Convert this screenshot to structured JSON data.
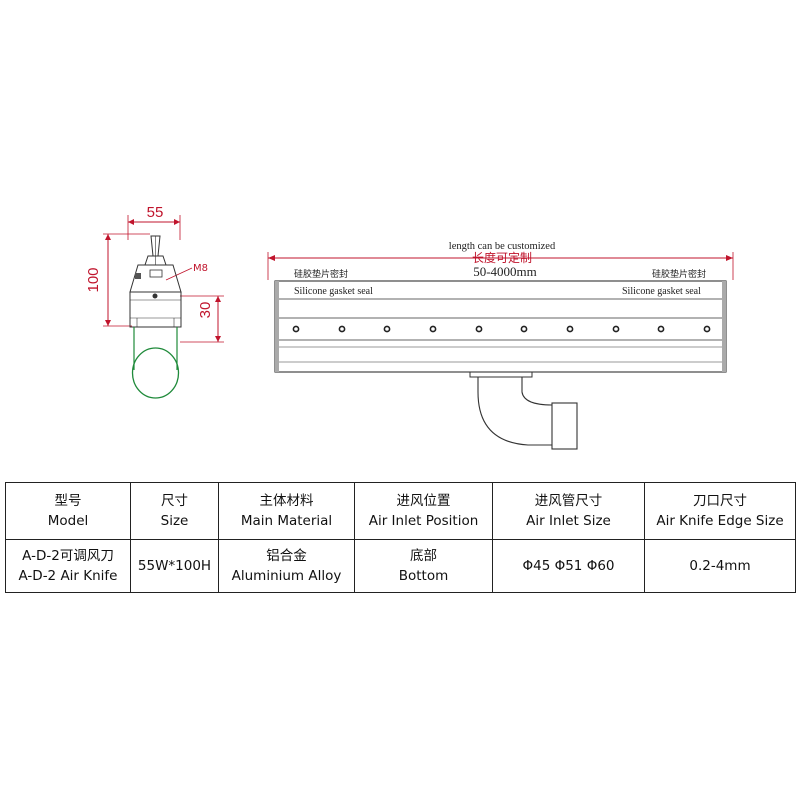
{
  "drawing": {
    "side_view": {
      "width_dim": "55",
      "height_dim": "100",
      "inner_dim": "30",
      "thread_label": "M8"
    },
    "front_view": {
      "length_note_en": "length can be customized",
      "length_note_cn": "长度可定制",
      "length_range": "50-4000mm",
      "seal_left_cn": "硅胶垫片密封",
      "seal_left_en": "Silicone gasket seal",
      "seal_right_cn": "硅胶垫片密封",
      "seal_right_en": "Silicone gasket seal"
    },
    "colors": {
      "dimension": "#c0142c",
      "outline": "#333333",
      "pipe": "#1f8a3a"
    }
  },
  "spec_table": {
    "headers": [
      {
        "cn": "型号",
        "en": "Model"
      },
      {
        "cn": "尺寸",
        "en": "Size"
      },
      {
        "cn": "主体材料",
        "en": "Main Material"
      },
      {
        "cn": "进风位置",
        "en": "Air Inlet Position"
      },
      {
        "cn": "进风管尺寸",
        "en": "Air Inlet Size"
      },
      {
        "cn": "刀口尺寸",
        "en": "Air Knife Edge Size"
      }
    ],
    "row": [
      {
        "cn": "A-D-2可调风刀",
        "en": "A-D-2 Air Knife"
      },
      {
        "cn": "55W*100H",
        "en": ""
      },
      {
        "cn": "铝合金",
        "en": "Aluminium Alloy"
      },
      {
        "cn": "底部",
        "en": "Bottom"
      },
      {
        "cn": "Φ45 Φ51 Φ60",
        "en": ""
      },
      {
        "cn": "0.2-4mm",
        "en": ""
      }
    ]
  }
}
